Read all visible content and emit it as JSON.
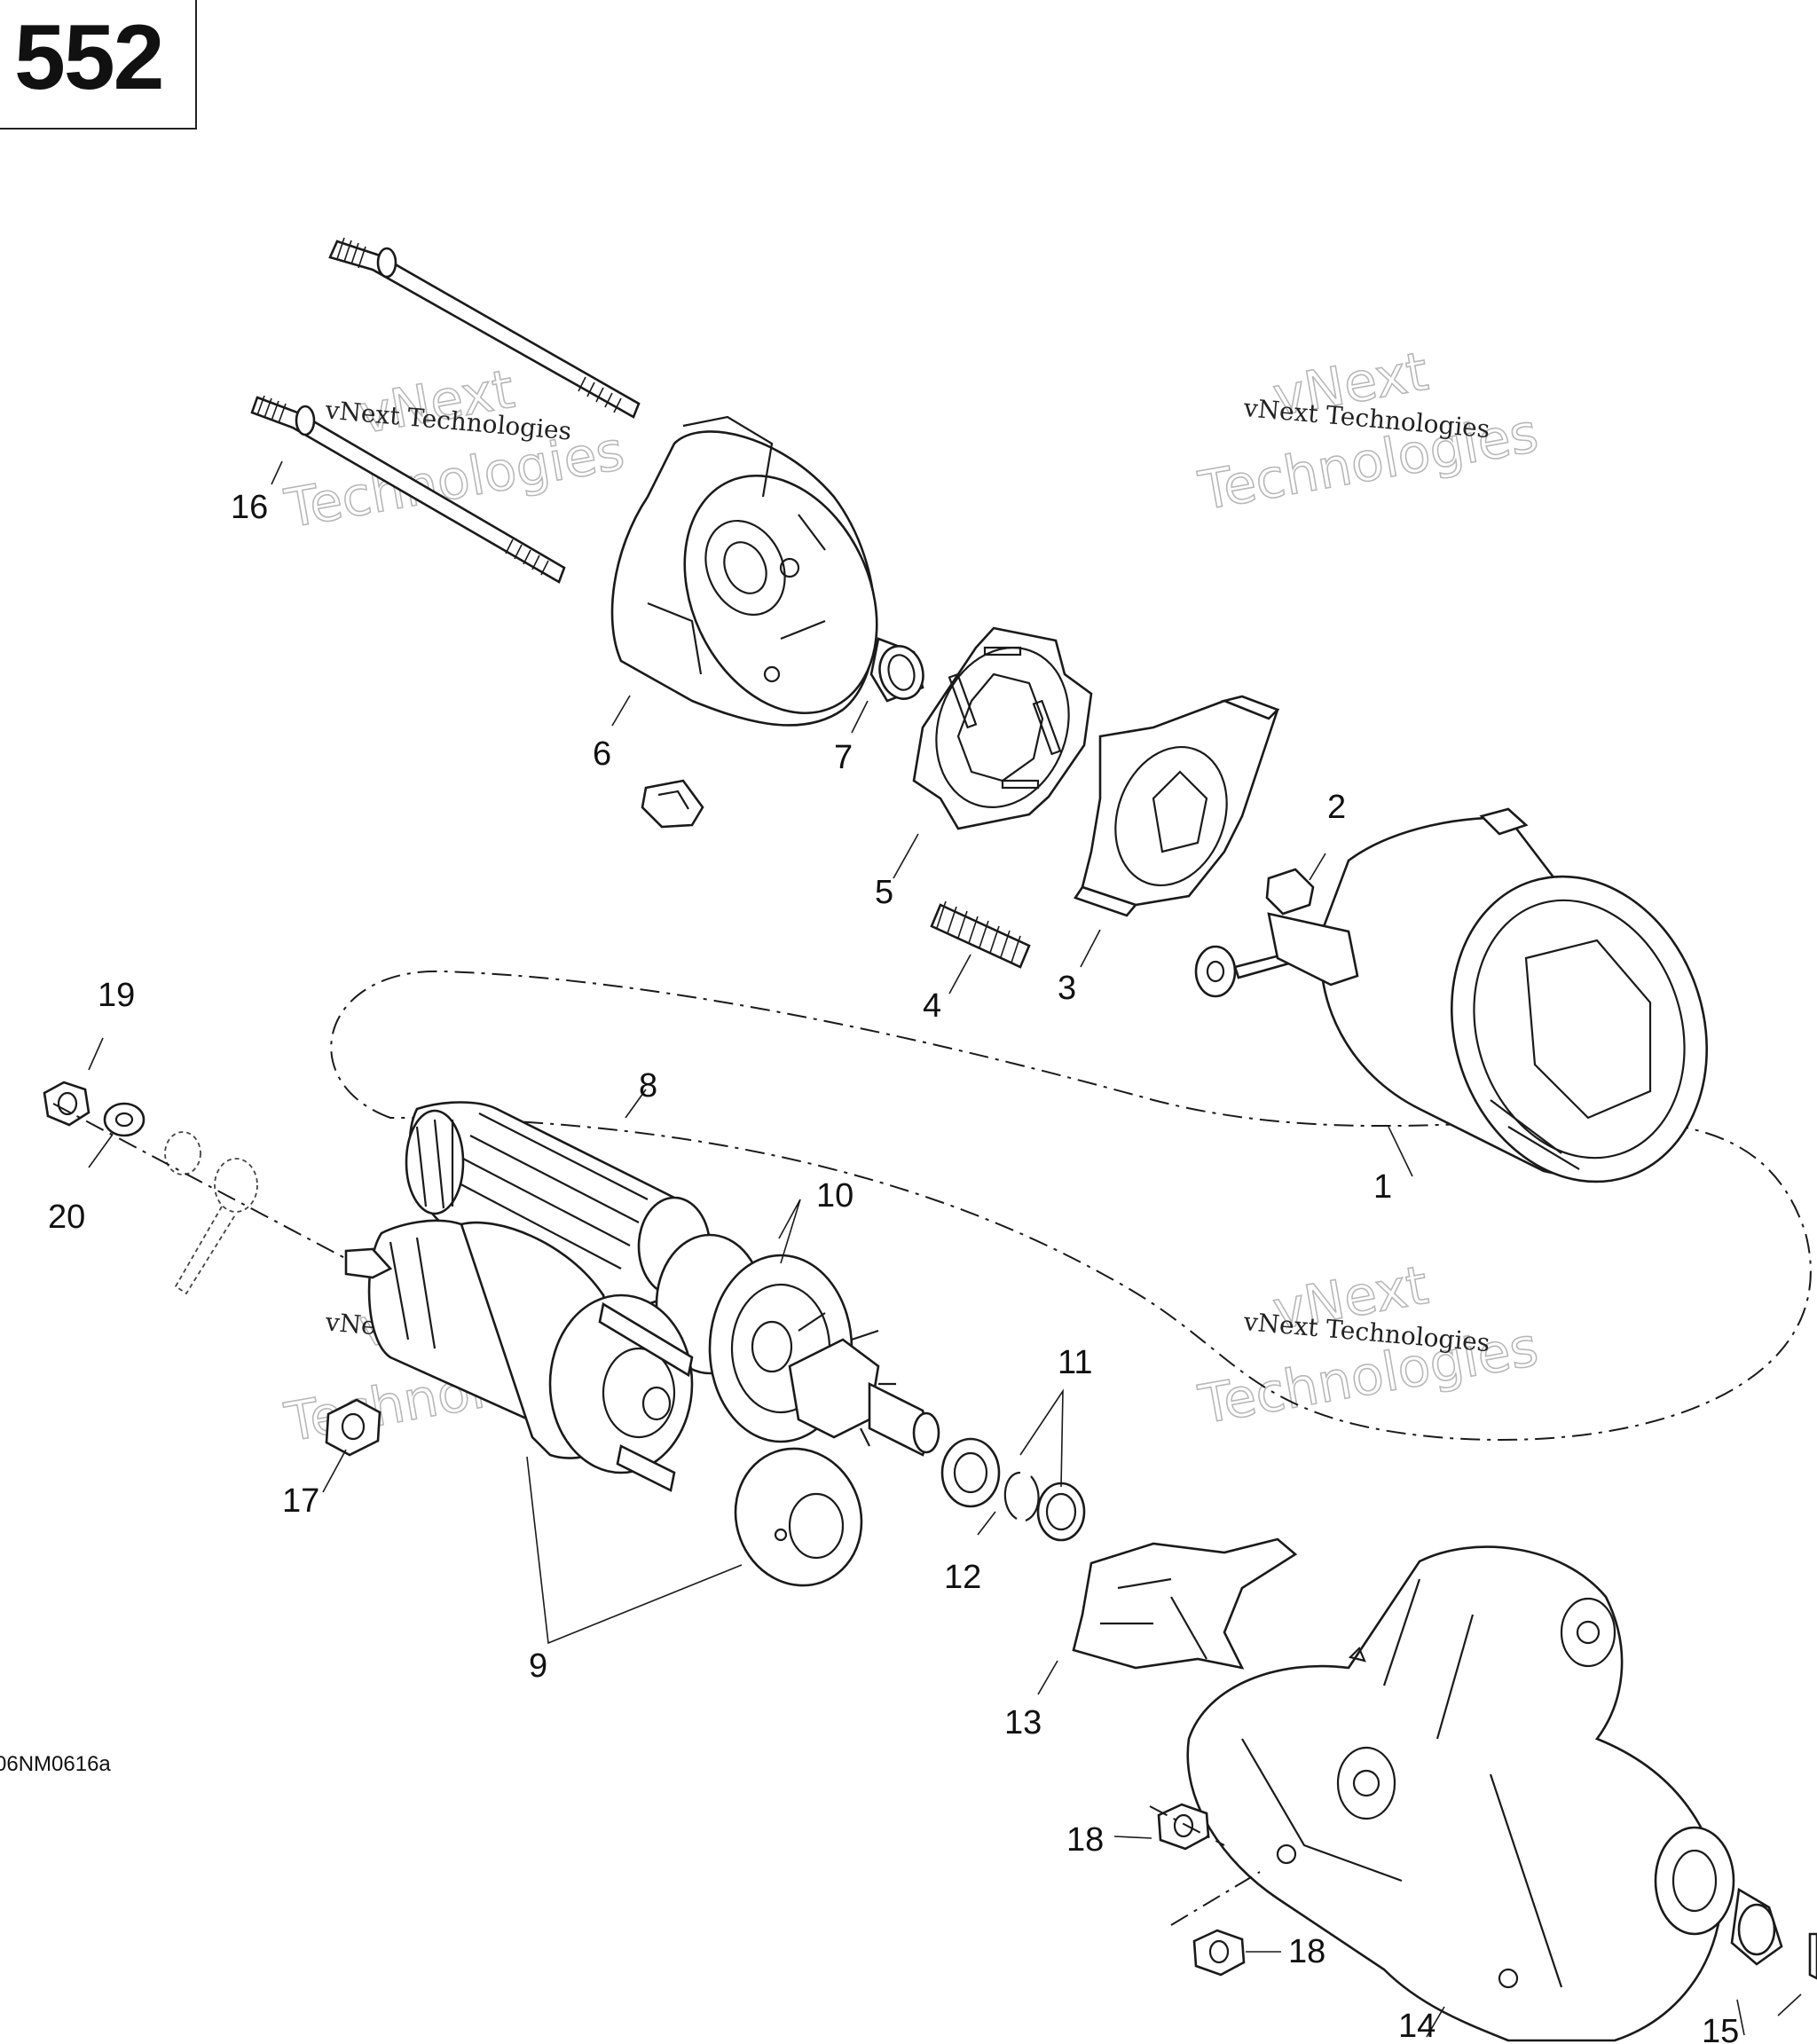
{
  "page_number": "552",
  "drawing_code": "06NM0616a",
  "watermark": {
    "line_small": "vNext Technologies",
    "line_big_1": "vNext",
    "line_big_2": "Technologies"
  },
  "callouts": [
    {
      "id": "1",
      "label": "1"
    },
    {
      "id": "2",
      "label": "2"
    },
    {
      "id": "3",
      "label": "3"
    },
    {
      "id": "4",
      "label": "4"
    },
    {
      "id": "5",
      "label": "5"
    },
    {
      "id": "6",
      "label": "6"
    },
    {
      "id": "7",
      "label": "7"
    },
    {
      "id": "8",
      "label": "8"
    },
    {
      "id": "9",
      "label": "9"
    },
    {
      "id": "10",
      "label": "10"
    },
    {
      "id": "11",
      "label": "11"
    },
    {
      "id": "12",
      "label": "12"
    },
    {
      "id": "13",
      "label": "13"
    },
    {
      "id": "14",
      "label": "14"
    },
    {
      "id": "15",
      "label": "15"
    },
    {
      "id": "16",
      "label": "16"
    },
    {
      "id": "17",
      "label": "17"
    },
    {
      "id": "18a",
      "label": "18"
    },
    {
      "id": "18b",
      "label": "18"
    },
    {
      "id": "19",
      "label": "19"
    },
    {
      "id": "20",
      "label": "20"
    }
  ]
}
